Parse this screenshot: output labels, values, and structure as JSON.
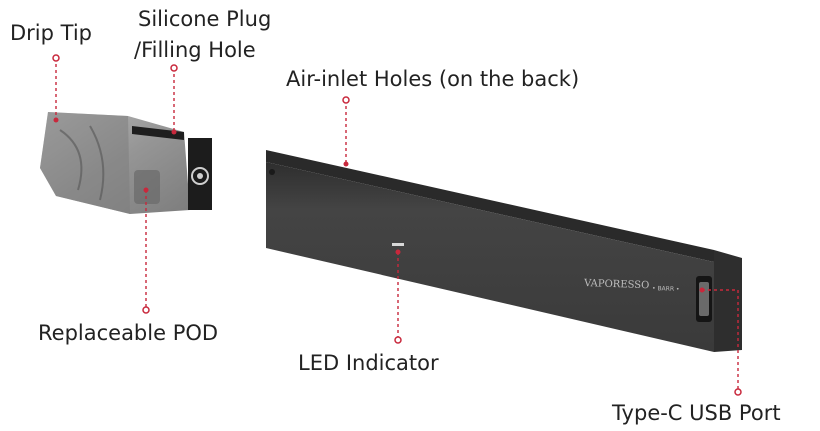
{
  "labels": {
    "drip_tip": "Drip Tip",
    "silicone_plug_line1": "Silicone Plug",
    "silicone_plug_line2": "/Filling Hole",
    "air_inlet": "Air-inlet Holes (on the back)",
    "replaceable_pod": "Replaceable POD",
    "led_indicator": "LED Indicator",
    "usb_port": "Type-C USB Port"
  },
  "device_brand": "VAPORESSO",
  "device_model": "• BARR •",
  "colors": {
    "leader": "#c8283c",
    "text": "#222222",
    "body_top": "#3a3a3a",
    "body_front": "#4a4a4a",
    "body_end": "#2a2a2a",
    "pod": "#9a9a9a"
  }
}
